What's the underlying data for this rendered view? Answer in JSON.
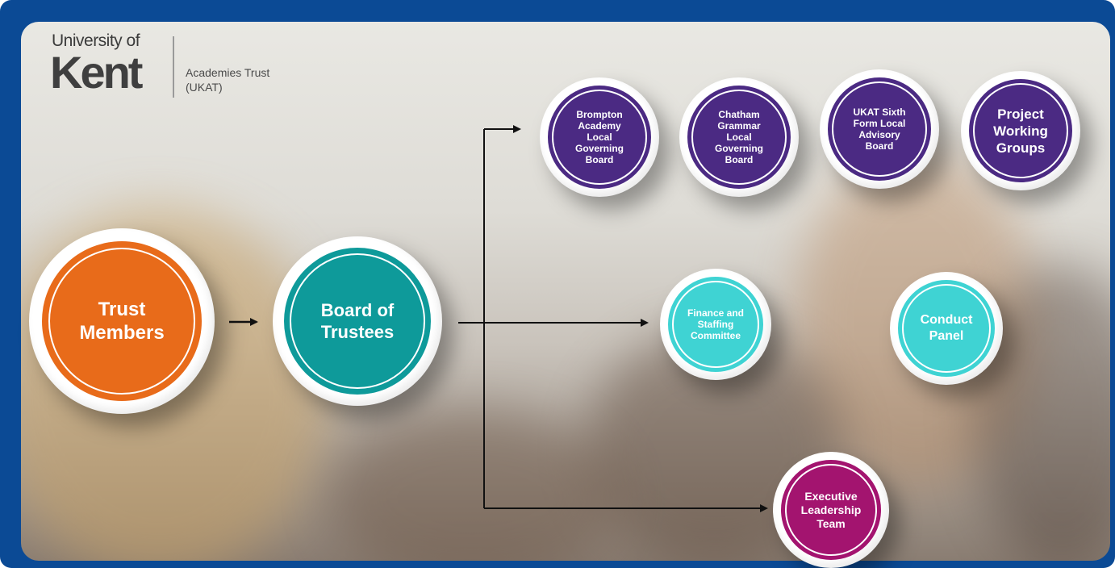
{
  "logo": {
    "university_of": "University of",
    "kent": "Kent",
    "trust_line1": "Academies Trust",
    "trust_line2": "(UKAT)"
  },
  "colors": {
    "frame_blue": "#0b4a95",
    "orange": "#e86b1a",
    "teal": "#0e9a9a",
    "purple": "#4b2a83",
    "cyan": "#3fd3d3",
    "magenta": "#a3146f"
  },
  "nodes": {
    "trust_members": "Trust Members",
    "board_of_trustees": "Board of Trustees",
    "brompton": "Brompton Academy Local Governing Board",
    "chatham": "Chatham Grammar Local Governing Board",
    "ukat_sixth_form": "UKAT Sixth Form Local Advisory Board",
    "project_groups": "Project Working Groups",
    "finance": "Finance and Staffing Committee",
    "conduct": "Conduct Panel",
    "executive": "Executive Leadership Team"
  }
}
